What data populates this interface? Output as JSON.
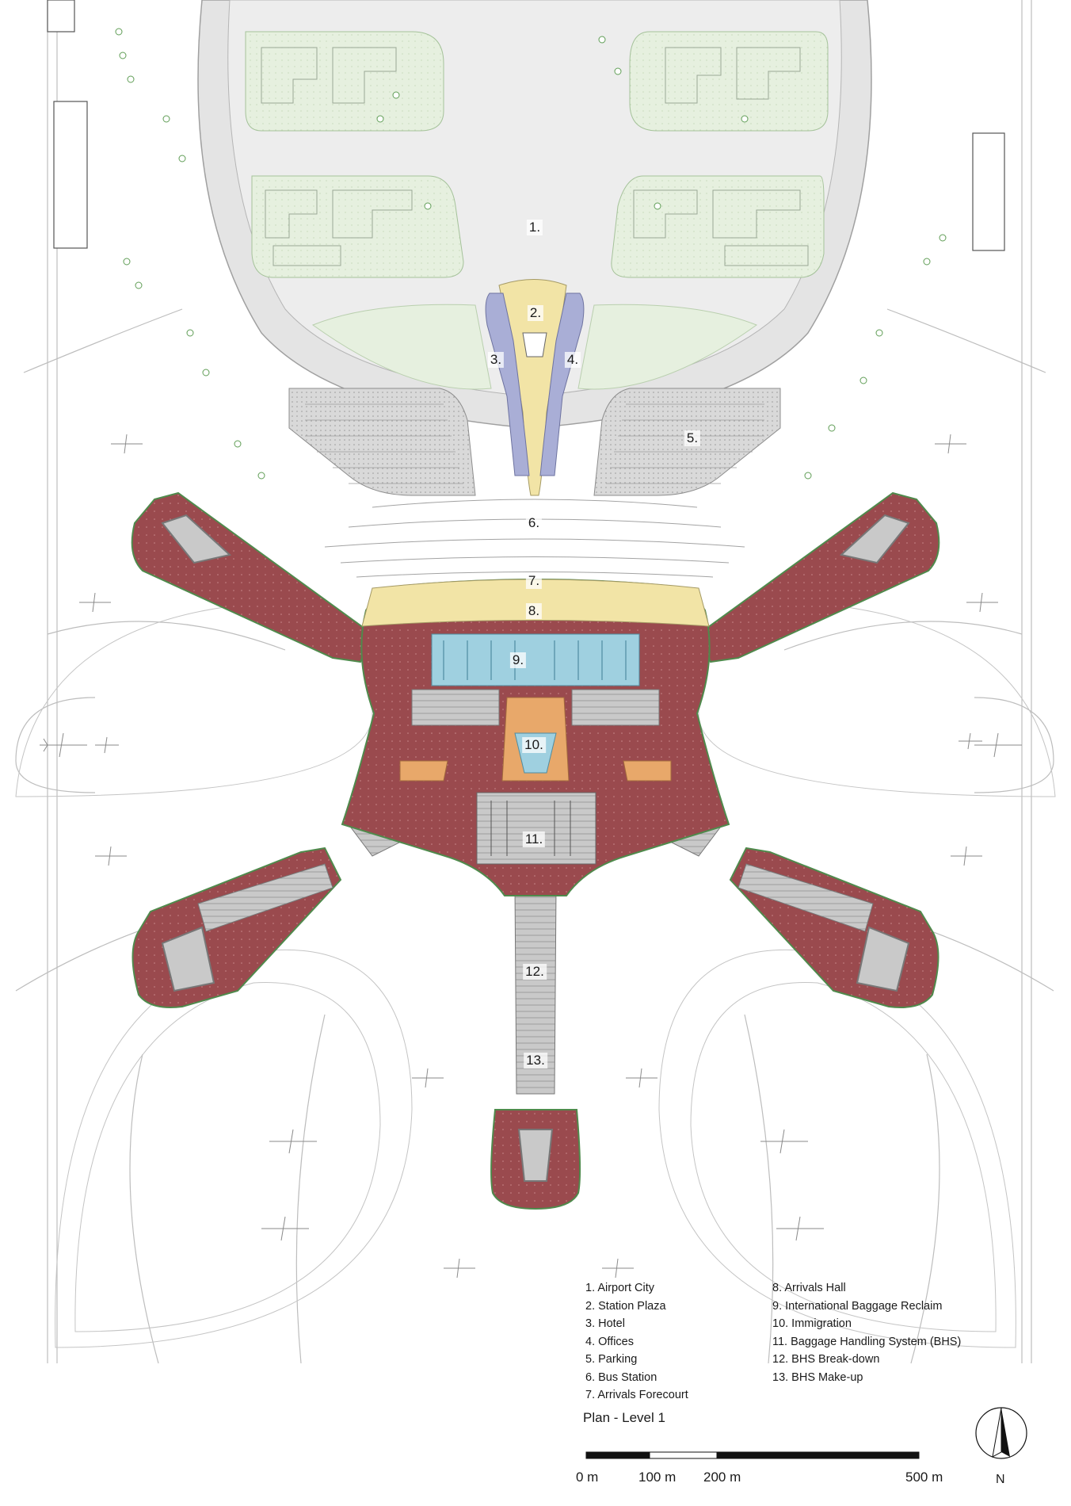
{
  "zones": [
    {
      "id": "z1",
      "label": "1."
    },
    {
      "id": "z2",
      "label": "2."
    },
    {
      "id": "z3",
      "label": "3."
    },
    {
      "id": "z4",
      "label": "4."
    },
    {
      "id": "z5",
      "label": "5."
    },
    {
      "id": "z6",
      "label": "6."
    },
    {
      "id": "z7",
      "label": "7."
    },
    {
      "id": "z8",
      "label": "8."
    },
    {
      "id": "z9",
      "label": "9."
    },
    {
      "id": "z10",
      "label": "10."
    },
    {
      "id": "z11",
      "label": "11."
    },
    {
      "id": "z12",
      "label": "12."
    },
    {
      "id": "z13",
      "label": "13."
    }
  ],
  "legend": {
    "left": [
      "1. Airport City",
      "2. Station Plaza",
      "3. Hotel",
      "4. Offices",
      "5. Parking",
      "6. Bus Station",
      "7. Arrivals Forecourt"
    ],
    "right": [
      "8. Arrivals Hall",
      "9. International Baggage Reclaim",
      "10. Immigration",
      "11. Baggage Handling System (BHS)",
      "12. BHS Break-down",
      "13. BHS Make-up"
    ]
  },
  "plan_title": "Plan - Level 1",
  "scale_bar": {
    "labels": [
      "0 m",
      "100 m",
      "200 m",
      "500 m"
    ],
    "values_m": [
      0,
      100,
      200,
      500
    ]
  },
  "north": {
    "label": "N"
  },
  "colors": {
    "pier_red": "#9a4a4e",
    "pier_green": "#8fbf87",
    "landscape_green": "#e6f0df",
    "plaza_yellow": "#f2e4a6",
    "hotel_purple": "#a9aed6",
    "reclaim_blue": "#9fd0e0",
    "immigration_orange": "#e8a86a",
    "bhs_grey": "#c7c7c7",
    "linework": "#9a9a9a"
  }
}
